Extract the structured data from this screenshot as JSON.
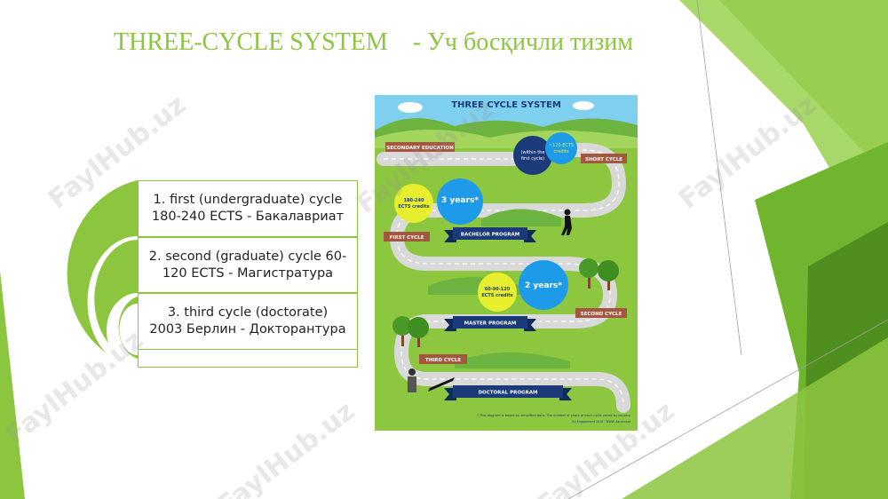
{
  "slide": {
    "title_en": "THREE-CYCLE SYSTEM",
    "title_uz": "- Уч босқичли тизим",
    "cycles": [
      {
        "line1": "1. first (undergraduate) cycle",
        "line2": "180-240 ECTS  - Бакалавриат"
      },
      {
        "line1": "2. second (graduate) cycle 60-",
        "line2": "120 ECTS  -  Магистратура"
      },
      {
        "line1": "3. third cycle (doctorate)",
        "line2": "2003 Берлин  -  Докторантура"
      }
    ],
    "watermark": "FaylHub.uz"
  },
  "infographic": {
    "title": "THREE CYCLE SYSTEM",
    "secondary_education": "SECONDARY EDUCATION",
    "within_first_cycle": [
      "(within the",
      "first cycle)"
    ],
    "ects_120": [
      "~120 ECTS",
      "credits"
    ],
    "short_cycle": "SHORT CYCLE",
    "ects_180_240": [
      "180-240",
      "ECTS credits"
    ],
    "three_years": "3 years*",
    "first_cycle": "FIRST CYCLE",
    "bachelor_program": "BACHELOR PROGRAM",
    "ects_60_120": [
      "60-90-120",
      "ECTS credits"
    ],
    "two_years": "2 years*",
    "second_cycle": "SECOND CYCLE",
    "master_program": "MASTER PROGRAM",
    "third_cycle": "THIRD CYCLE",
    "doctoral_program": "DOCTORAL PROGRAM",
    "footnote": "* This diagram is based on simplified data. The number of years of each cycle varies by country",
    "credit": "EU Engagement 2016 · WWW. Azconcept",
    "colors": {
      "sky": "#7fd0ef",
      "grass": "#8dc63f",
      "road": "#d9d9d9",
      "navy": "#1a3a7a",
      "blue": "#1e9be8",
      "yellow": "#e6ee2e",
      "sign": "#a5563e"
    }
  },
  "theme": {
    "accent": "#8cc63f",
    "dark_green": "#4f8f1f"
  }
}
